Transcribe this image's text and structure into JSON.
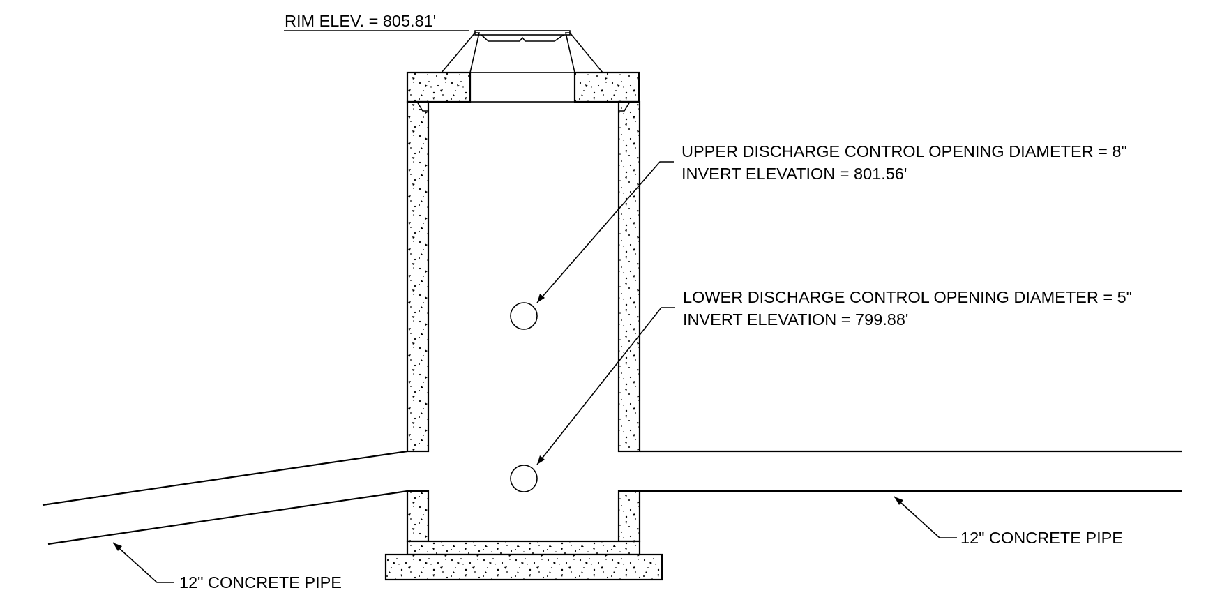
{
  "drawing": {
    "rim_label": "RIM ELEV. = 805.81'",
    "upper_opening": {
      "line1": "UPPER DISCHARGE CONTROL OPENING DIAMETER = 8\"",
      "line2": "INVERT ELEVATION = 801.56'"
    },
    "lower_opening": {
      "line1": "LOWER DISCHARGE CONTROL OPENING DIAMETER = 5\"",
      "line2": "INVERT ELEVATION = 799.88'"
    },
    "pipe_left_label": "12\" CONCRETE PIPE",
    "pipe_right_label": "12\" CONCRETE PIPE",
    "colors": {
      "line": "#000000",
      "background": "#ffffff"
    }
  }
}
